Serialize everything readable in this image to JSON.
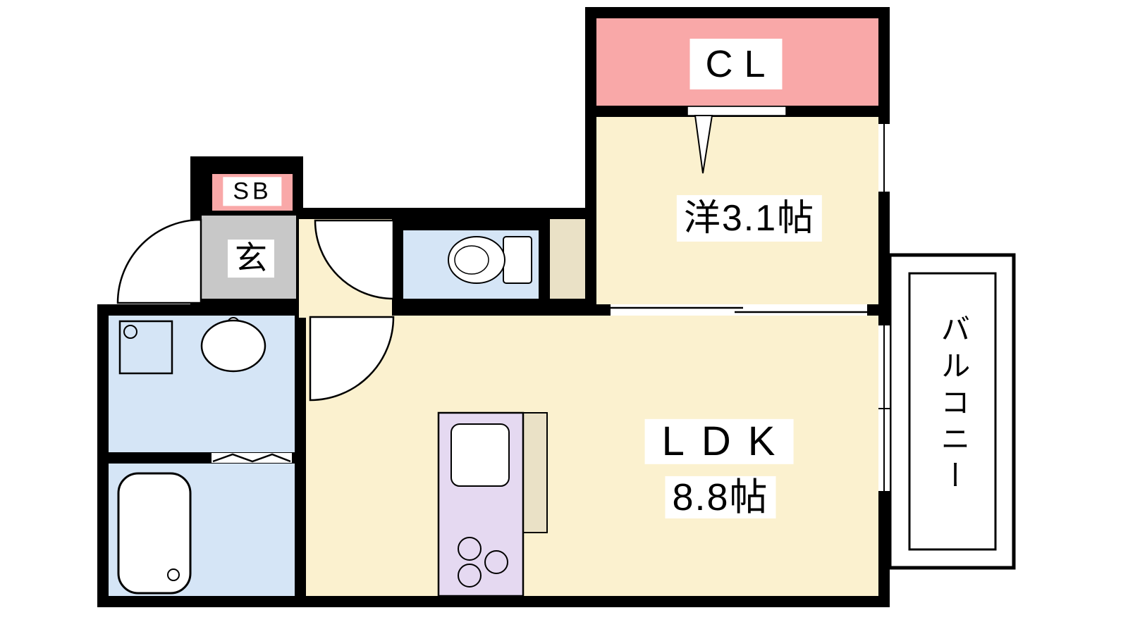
{
  "plan": {
    "labels": {
      "closet": "CL",
      "western_room": "洋3.1帖",
      "ldk": "LDK",
      "ldk_size": "8.8帖",
      "balcony": "バルコニー",
      "shoe_box": "SB",
      "entrance": "玄"
    },
    "colors": {
      "wall": "#000000",
      "room": "#fbf1cf",
      "wet_area": "#d5e5f6",
      "closet_accent": "#f9a8a8",
      "entrance_floor": "#c8c8c8",
      "kitchen_unit": "#e5d9f1",
      "counter": "#eae1c6",
      "outline_white": "#ffffff"
    }
  }
}
